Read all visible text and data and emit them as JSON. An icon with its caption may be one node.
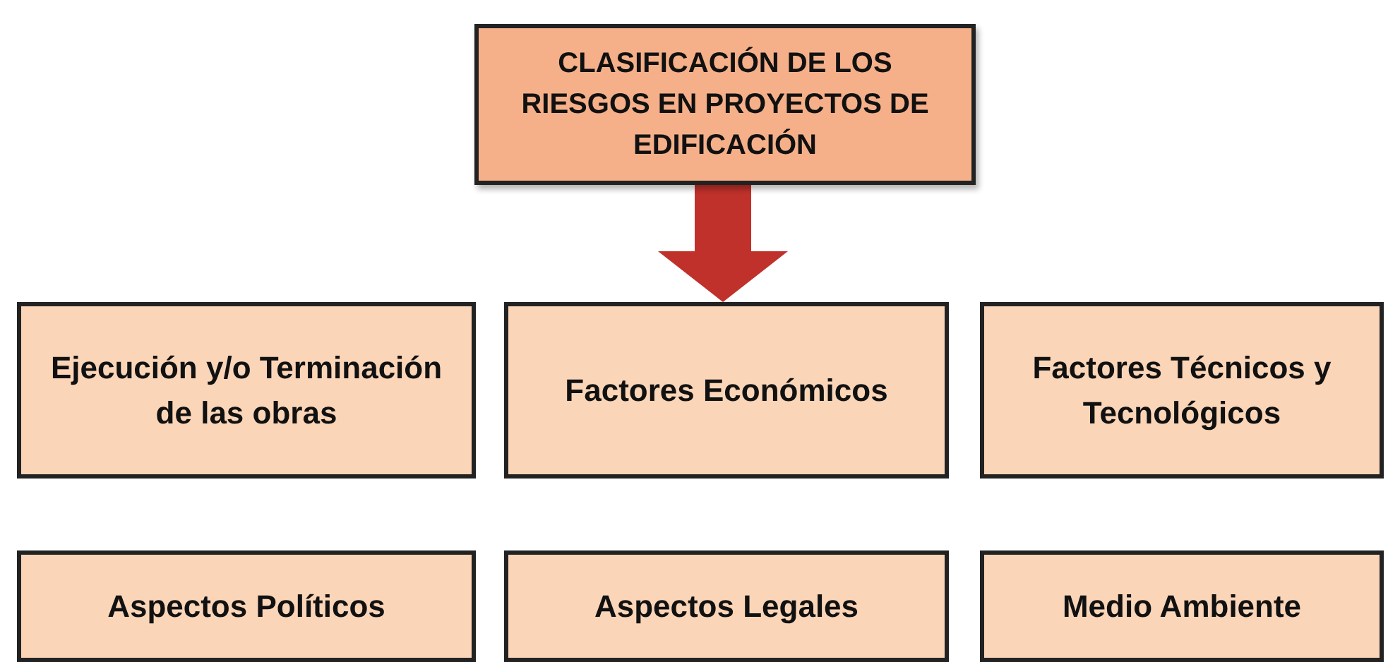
{
  "diagram": {
    "nodes": [
      {
        "text": [
          "CLASIFICACIÓN DE LOS RIESGOS EN PROYECTOS DE EDIFICACIÓN"
        ]
      },
      {
        "text": [
          "Ejecución y/o Terminación de las obras"
        ]
      },
      {
        "text": [
          "Factores Económicos"
        ]
      },
      {
        "text": [
          "Factores Técnicos y Tecnológicos"
        ]
      },
      {
        "text": [
          "Aspectos Políticos"
        ]
      },
      {
        "text": [
          "Aspectos Legales"
        ]
      },
      {
        "text": [
          "Medio Ambiente"
        ]
      }
    ],
    "edges": [
      {
        "from": 0,
        "to": 2,
        "arrow": "to",
        "style": "thick",
        "color": "#c0312b"
      }
    ]
  }
}
